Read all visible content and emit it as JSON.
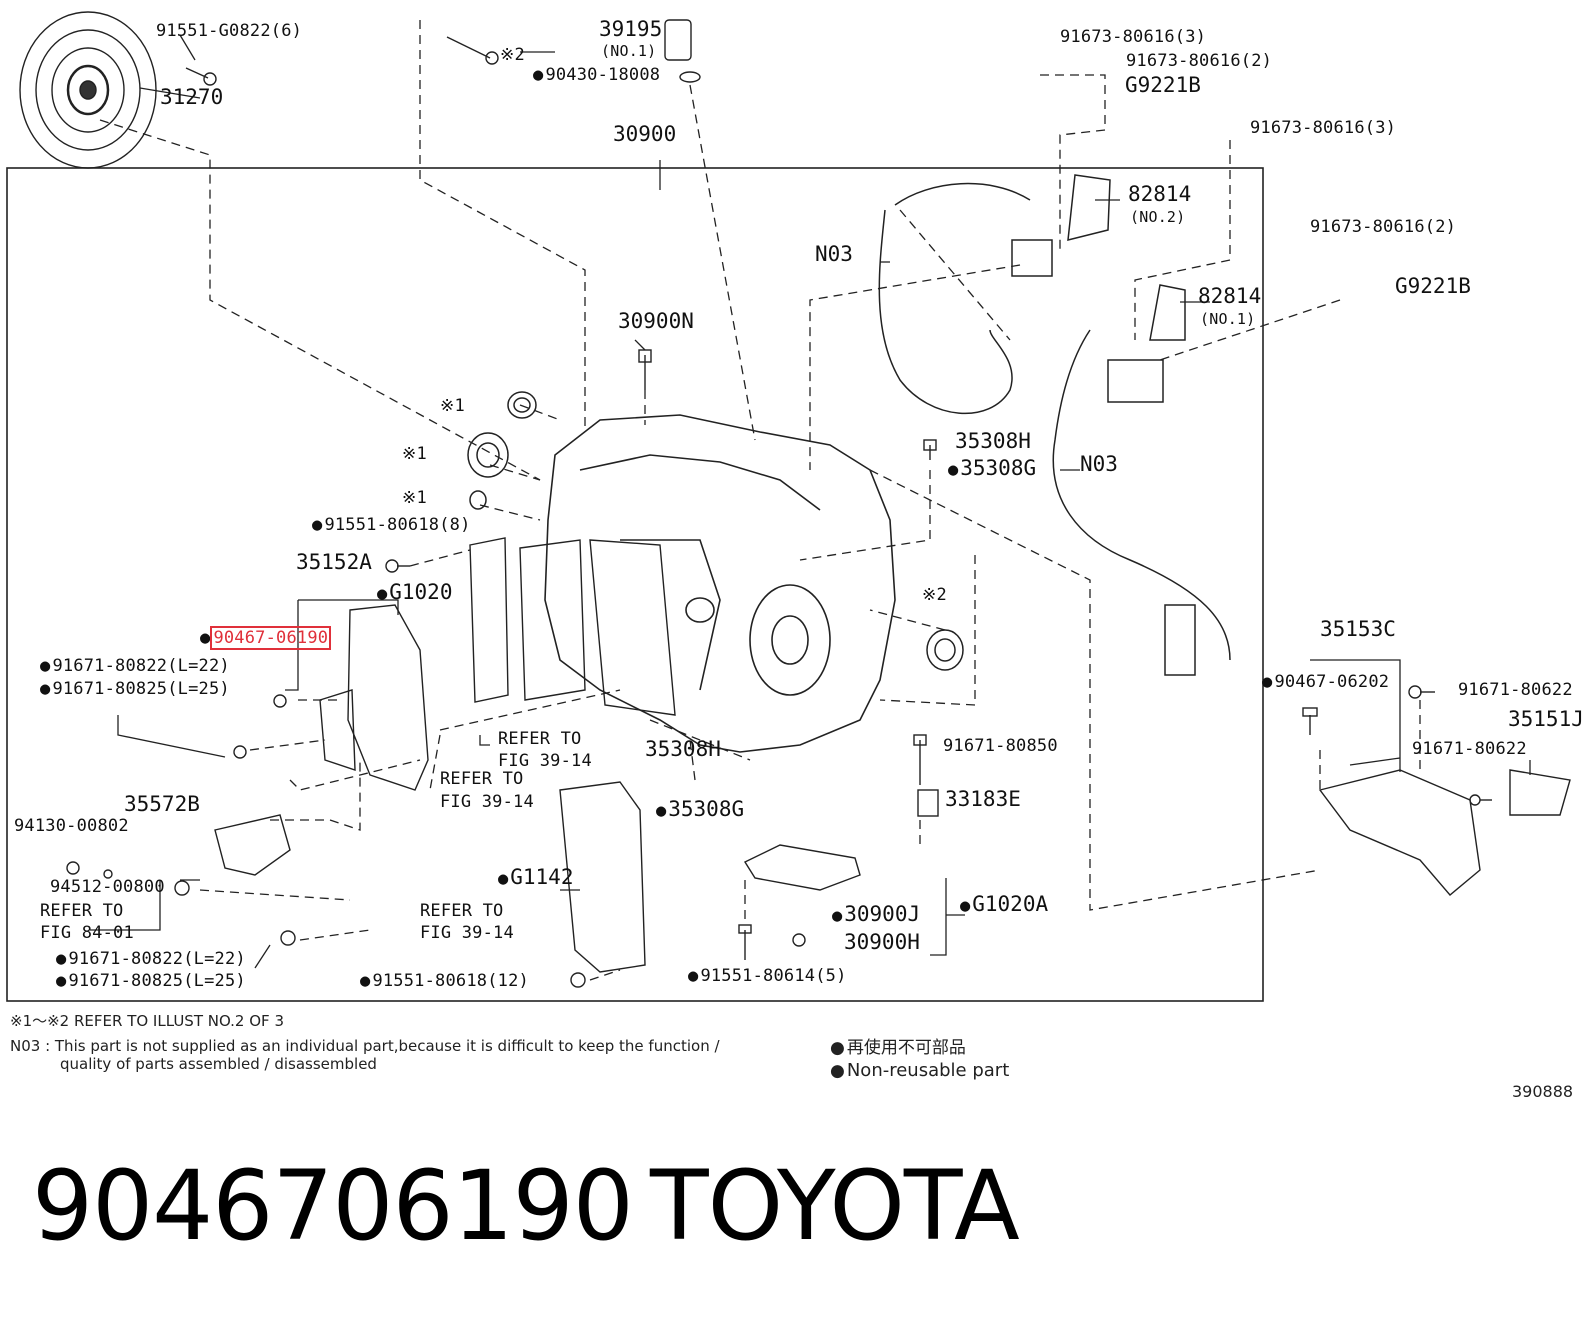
{
  "highlight_color": "#e0303a",
  "labels": {
    "p91551_g0822": "91551-G0822(6)",
    "p31270": "31270",
    "star2_top": "※2",
    "p39195": "39195",
    "p39195_no1": "(NO.1)",
    "p90430": "90430-18008",
    "p30900": "30900",
    "p91673_a": "91673-80616(3)",
    "p91673_b": "91673-80616(2)",
    "pG9221B_a": "G9221B",
    "p91673_c": "91673-80616(3)",
    "p82814_a": "82814",
    "p82814_a_no": "(NO.2)",
    "pN03_a": "N03",
    "p91673_d": "91673-80616(2)",
    "pG9221B_b": "G9221B",
    "p82814_b": "82814",
    "p82814_b_no": "(NO.1)",
    "p30900N": "30900N",
    "star1_a": "※1",
    "star1_b": "※1",
    "star1_c": "※1",
    "p35308H_a": "35308H",
    "p35308G_a": "35308G",
    "pN03_b": "N03",
    "p91551_80618_8": "91551-80618(8)",
    "p35152A": "35152A",
    "pG1020": "G1020",
    "star2_mid": "※2",
    "p90467_06190": "90467-06190",
    "p91671_80822_a": "91671-80822(L=22)",
    "p91671_80825_a": "91671-80825(L=25)",
    "p35153C": "35153C",
    "p90467_06202": "90467-06202",
    "p91671_80622_a": "91671-80622",
    "p35151J": "35151J",
    "p91671_80622_b": "91671-80622",
    "ref39_14_a1": "REFER TO",
    "ref39_14_a2": "FIG 39-14",
    "ref39_14_b1": "REFER TO",
    "ref39_14_b2": "FIG 39-14",
    "p35308H_b": "35308H",
    "p91671_80850": "91671-80850",
    "p33183E": "33183E",
    "p35308G_b": "35308G",
    "p35572B": "35572B",
    "p94130": "94130-00802",
    "p94512": "94512-00800",
    "ref84_1": "REFER TO",
    "ref84_2": "FIG 84-01",
    "pG1142": "G1142",
    "ref39_14_c1": "REFER TO",
    "ref39_14_c2": "FIG 39-14",
    "p30900J": "30900J",
    "pG1020A": "G1020A",
    "p30900H": "30900H",
    "p91671_80822_b": "91671-80822(L=22)",
    "p91671_80825_b": "91671-80825(L=25)",
    "p91551_80618_12": "91551-80618(12)",
    "p91551_80614_5": "91551-80614(5)"
  },
  "notes": {
    "refer_illust": "※1～※2 REFER TO ILLUST NO.2 OF 3",
    "n03_line1": "N03 : This part is not supplied as an individual part,because it is difficult to keep the function /",
    "n03_line2": "quality of parts assembled / disassembled",
    "legend_jp": "再使用不可部品",
    "legend_en": "Non-reusable part",
    "illust_no": "390888"
  },
  "caption": {
    "part_number": "9046706190",
    "brand": "TOYOTA"
  }
}
